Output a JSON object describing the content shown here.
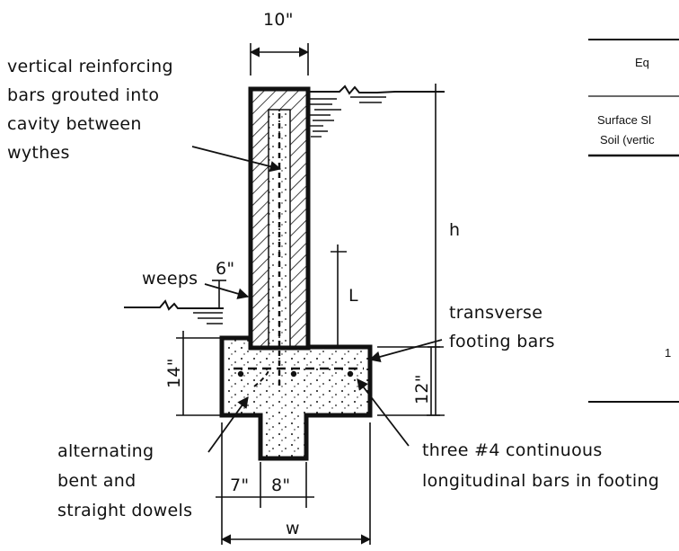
{
  "dimensions": {
    "top_width": "10\"",
    "weep_height": "6\"",
    "height": "h",
    "lap_length": "L",
    "footing_left_depth": "14\"",
    "footing_right_depth": "12\"",
    "key_left": "7\"",
    "key_width": "8\"",
    "footing_width": "w"
  },
  "labels": {
    "vertical_bars": [
      "vertical reinforcing",
      "bars grouted into",
      "cavity between",
      "wythes"
    ],
    "weeps": "weeps",
    "transverse": [
      "transverse",
      "footing bars"
    ],
    "dowels": [
      "alternating",
      "bent and",
      "straight dowels"
    ],
    "longitudinal": [
      "three #4 continuous",
      "longitudinal bars in footing"
    ]
  },
  "table": {
    "header": "Eq",
    "row_label": [
      "Surface Sl",
      "Soil (vertic"
    ],
    "value": "1"
  },
  "colors": {
    "ink": "#111111",
    "background": "#ffffff"
  }
}
